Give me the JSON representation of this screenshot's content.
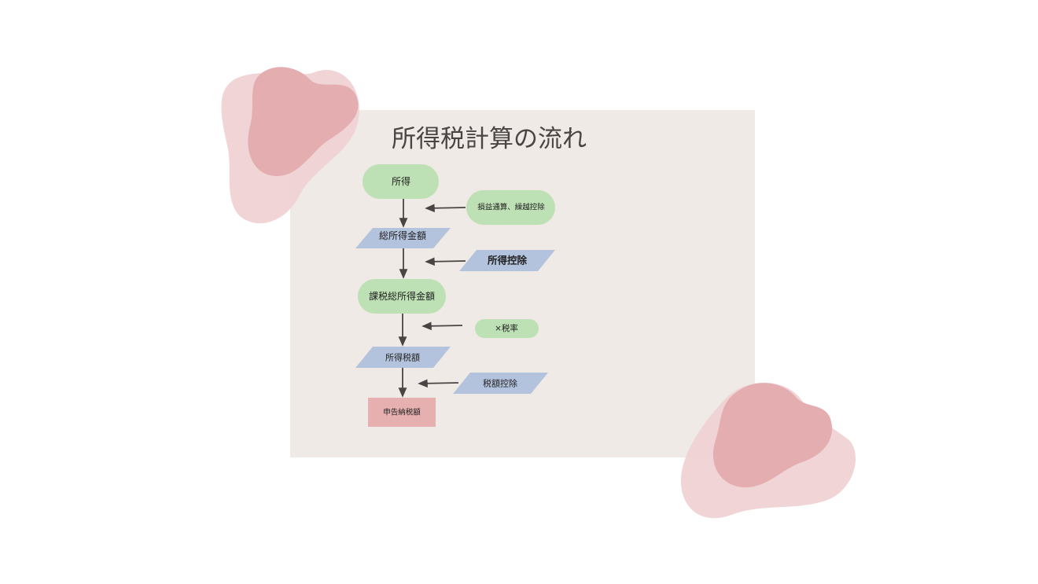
{
  "title": "所得税計算の流れ",
  "nodes": {
    "income": "所得",
    "offset_carryover": "損益通算、繰越控除",
    "total_income": "総所得金額",
    "income_deduction": "所得控除",
    "taxable_income": "課税総所得金額",
    "tax_rate": "×税率",
    "income_tax": "所得税額",
    "tax_credit": "税額控除",
    "tax_due": "申告納税額"
  },
  "colors": {
    "panel": "#efeae5",
    "terminal_green": "#bde0b4",
    "data_blue": "#b4c3dd",
    "result_pink": "#e6b0b0",
    "blob_light": "#efd0d2",
    "blob_dark": "#e4adaf",
    "arrow": "#4a4444"
  }
}
